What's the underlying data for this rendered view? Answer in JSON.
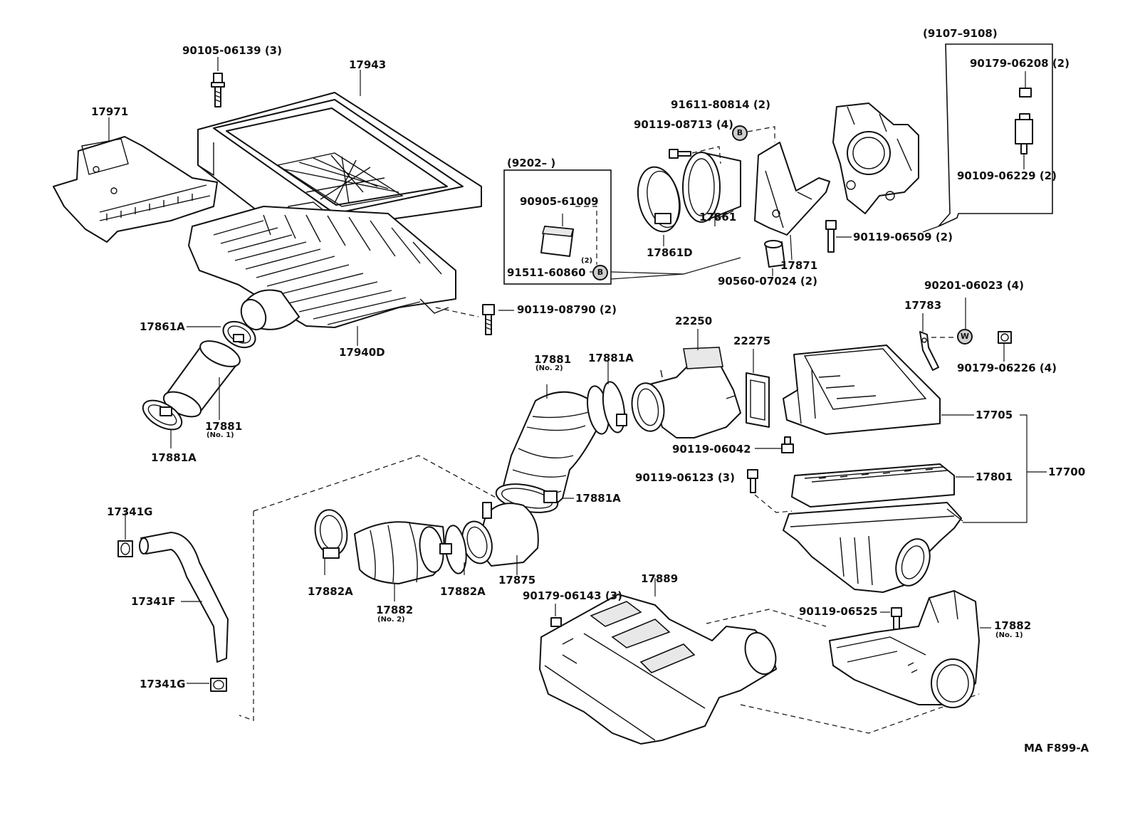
{
  "labels": {
    "p90105_06139": "90105-06139 (3)",
    "p17943": "17943",
    "p17971": "17971",
    "p17861A_top": "17861A",
    "p17940D": "17940D",
    "p90119_08790": "90119-08790 (2)",
    "p17881_no1": "17881",
    "p17881_no1_sub": "(No. 1)",
    "p17881A_left": "17881A",
    "p9202": "(9202–        )",
    "p90905_61009": "90905-61009",
    "p91511_60860": "91511-60860",
    "p91511_qty": "(2)",
    "p91611_80814": "91611-80814 (2)",
    "p90119_08713": "90119-08713 (4)",
    "p17861D": "17861D",
    "p17861": "17861",
    "p17871": "17871",
    "p90560_07024": "90560-07024 (2)",
    "p90119_06509": "90119-06509 (2)",
    "p9107": "(9107–9108)",
    "p90179_06208": "90179-06208 (2)",
    "p90109_06229": "90109-06229 (2)",
    "p90201_06023": "90201-06023 (4)",
    "p17783": "17783",
    "p90179_06226": "90179-06226 (4)",
    "p22250": "22250",
    "p22275": "22275",
    "p17881_no2": "17881",
    "p17881_no2_sub": "(No. 2)",
    "p17881A_mid": "17881A",
    "p17881A_right": "17881A",
    "p90119_06042": "90119-06042",
    "p90119_06123": "90119-06123 (3)",
    "p17705": "17705",
    "p17801": "17801",
    "p17700": "17700",
    "p17341G_top": "17341G",
    "p17341F": "17341F",
    "p17341G_bottom": "17341G",
    "p17882A_left": "17882A",
    "p17882_no2": "17882",
    "p17882_no2_sub": "(No. 2)",
    "p17882A_right": "17882A",
    "p17875": "17875",
    "p90179_06143": "90179-06143 (3)",
    "p17889": "17889",
    "p90119_06525": "90119-06525",
    "p17882_no1": "17882",
    "p17882_no1_sub": "(No. 1)",
    "fig_code": "MA F899-A"
  },
  "markers": {
    "b_top": "B",
    "b_box": "B",
    "w": "W"
  }
}
